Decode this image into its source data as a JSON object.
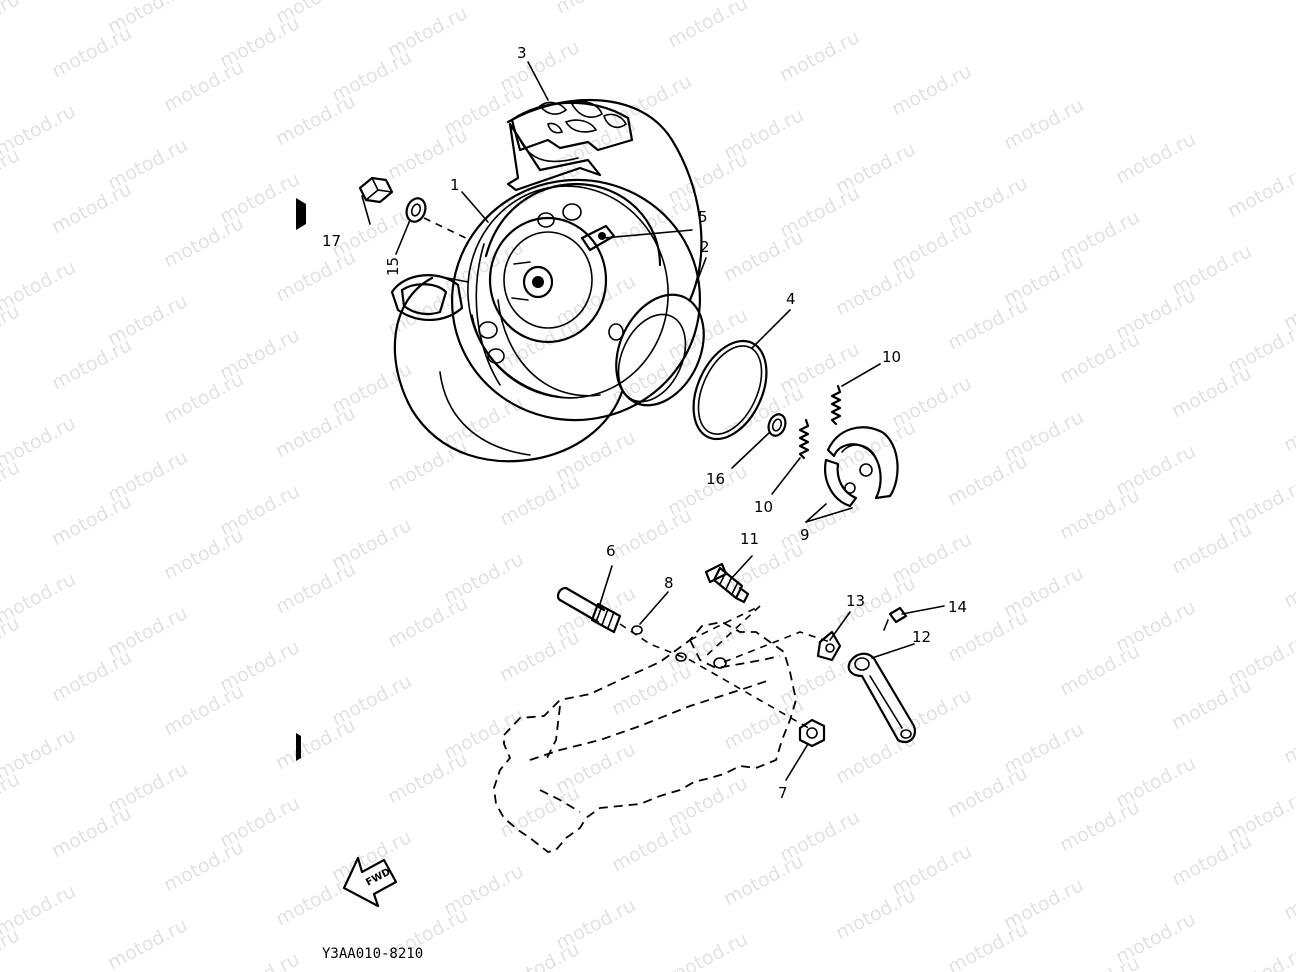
{
  "watermark": "motod.ru",
  "drawing_code": "Y3AA010-8210",
  "fwd_label": "FWD",
  "callouts": [
    "1",
    "2",
    "3",
    "4",
    "5",
    "6",
    "7",
    "8",
    "9",
    "10",
    "10",
    "11",
    "12",
    "13",
    "14",
    "15",
    "16",
    "17"
  ]
}
